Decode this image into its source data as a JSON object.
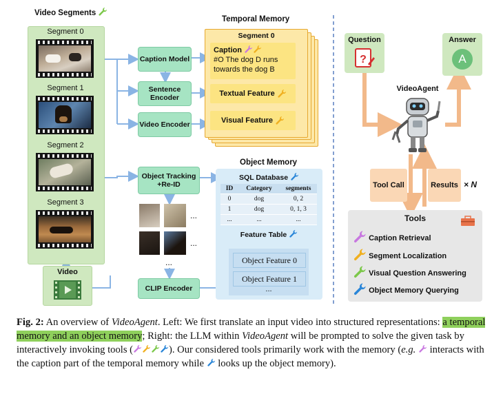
{
  "left": {
    "video_segments_title": "Video Segments",
    "segments": [
      "Segment 0",
      "Segment 1",
      "Segment 2",
      "Segment 3"
    ],
    "video_label": "Video",
    "caption_model": "Caption Model",
    "sentence_encoder": "Sentence Encoder",
    "video_encoder": "Video Encoder",
    "object_tracking": "Object Tracking +Re-ID",
    "clip_encoder": "CLIP Encoder",
    "ellipsis": "...",
    "temporal_memory": {
      "title": "Temporal Memory",
      "segment_label": "Segment 0",
      "caption_label": "Caption",
      "caption_text": "#O The dog D runs towards the dog B",
      "textual_feature": "Textual Feature",
      "visual_feature": "Visual Feature"
    },
    "object_memory": {
      "title": "Object Memory",
      "sql_title": "SQL Database",
      "columns": [
        "ID",
        "Category",
        "segments"
      ],
      "rows": [
        [
          "0",
          "dog",
          "0, 2"
        ],
        [
          "1",
          "dog",
          "0, 1, 3"
        ],
        [
          "...",
          "...",
          "..."
        ]
      ],
      "feature_table_title": "Feature Table",
      "features": [
        "Object Feature 0",
        "Object Feature 1"
      ],
      "features_more": "..."
    }
  },
  "right": {
    "question": "Question",
    "answer": "Answer",
    "answer_letter": "A",
    "agent": "VideoAgent",
    "tool_call": "Tool Call",
    "results": "Results",
    "times_n": "× N",
    "tools_title": "Tools",
    "tools": [
      "Caption Retrieval",
      "Segment Localization",
      "Visual Question Answering",
      "Object Memory Querying"
    ]
  },
  "colors": {
    "caption_wrench": "#c878e0",
    "segment_wrench": "#f0b020",
    "vqa_wrench": "#7cc84a",
    "object_wrench": "#2a86d8",
    "green_node": "#a6e4c3",
    "yellow_node": "#fce482",
    "blue_panel": "#d9ecf8",
    "arrow_blue": "#8ab4e4",
    "arrow_peach": "#f2b98a",
    "highlight": "#8fd05c"
  },
  "caption": {
    "fig_label": "Fig. 2:",
    "t1": " An overview of ",
    "t2": "VideoAgent",
    "t3": ". Left: We first translate an input video into structured representations: ",
    "t4": "a temporal memory and an object memory",
    "t5": "; Right: the LLM within ",
    "t6": "VideoAgent",
    "t7": " will be prompted to solve the given task by interactively invoking tools (",
    "t8": "). Our considered tools primarily work with the memory (",
    "t9": "e.g.",
    "t10": " ",
    "t11": " interacts with the caption part of the temporal memory while ",
    "t12": " looks up the object memory)."
  }
}
